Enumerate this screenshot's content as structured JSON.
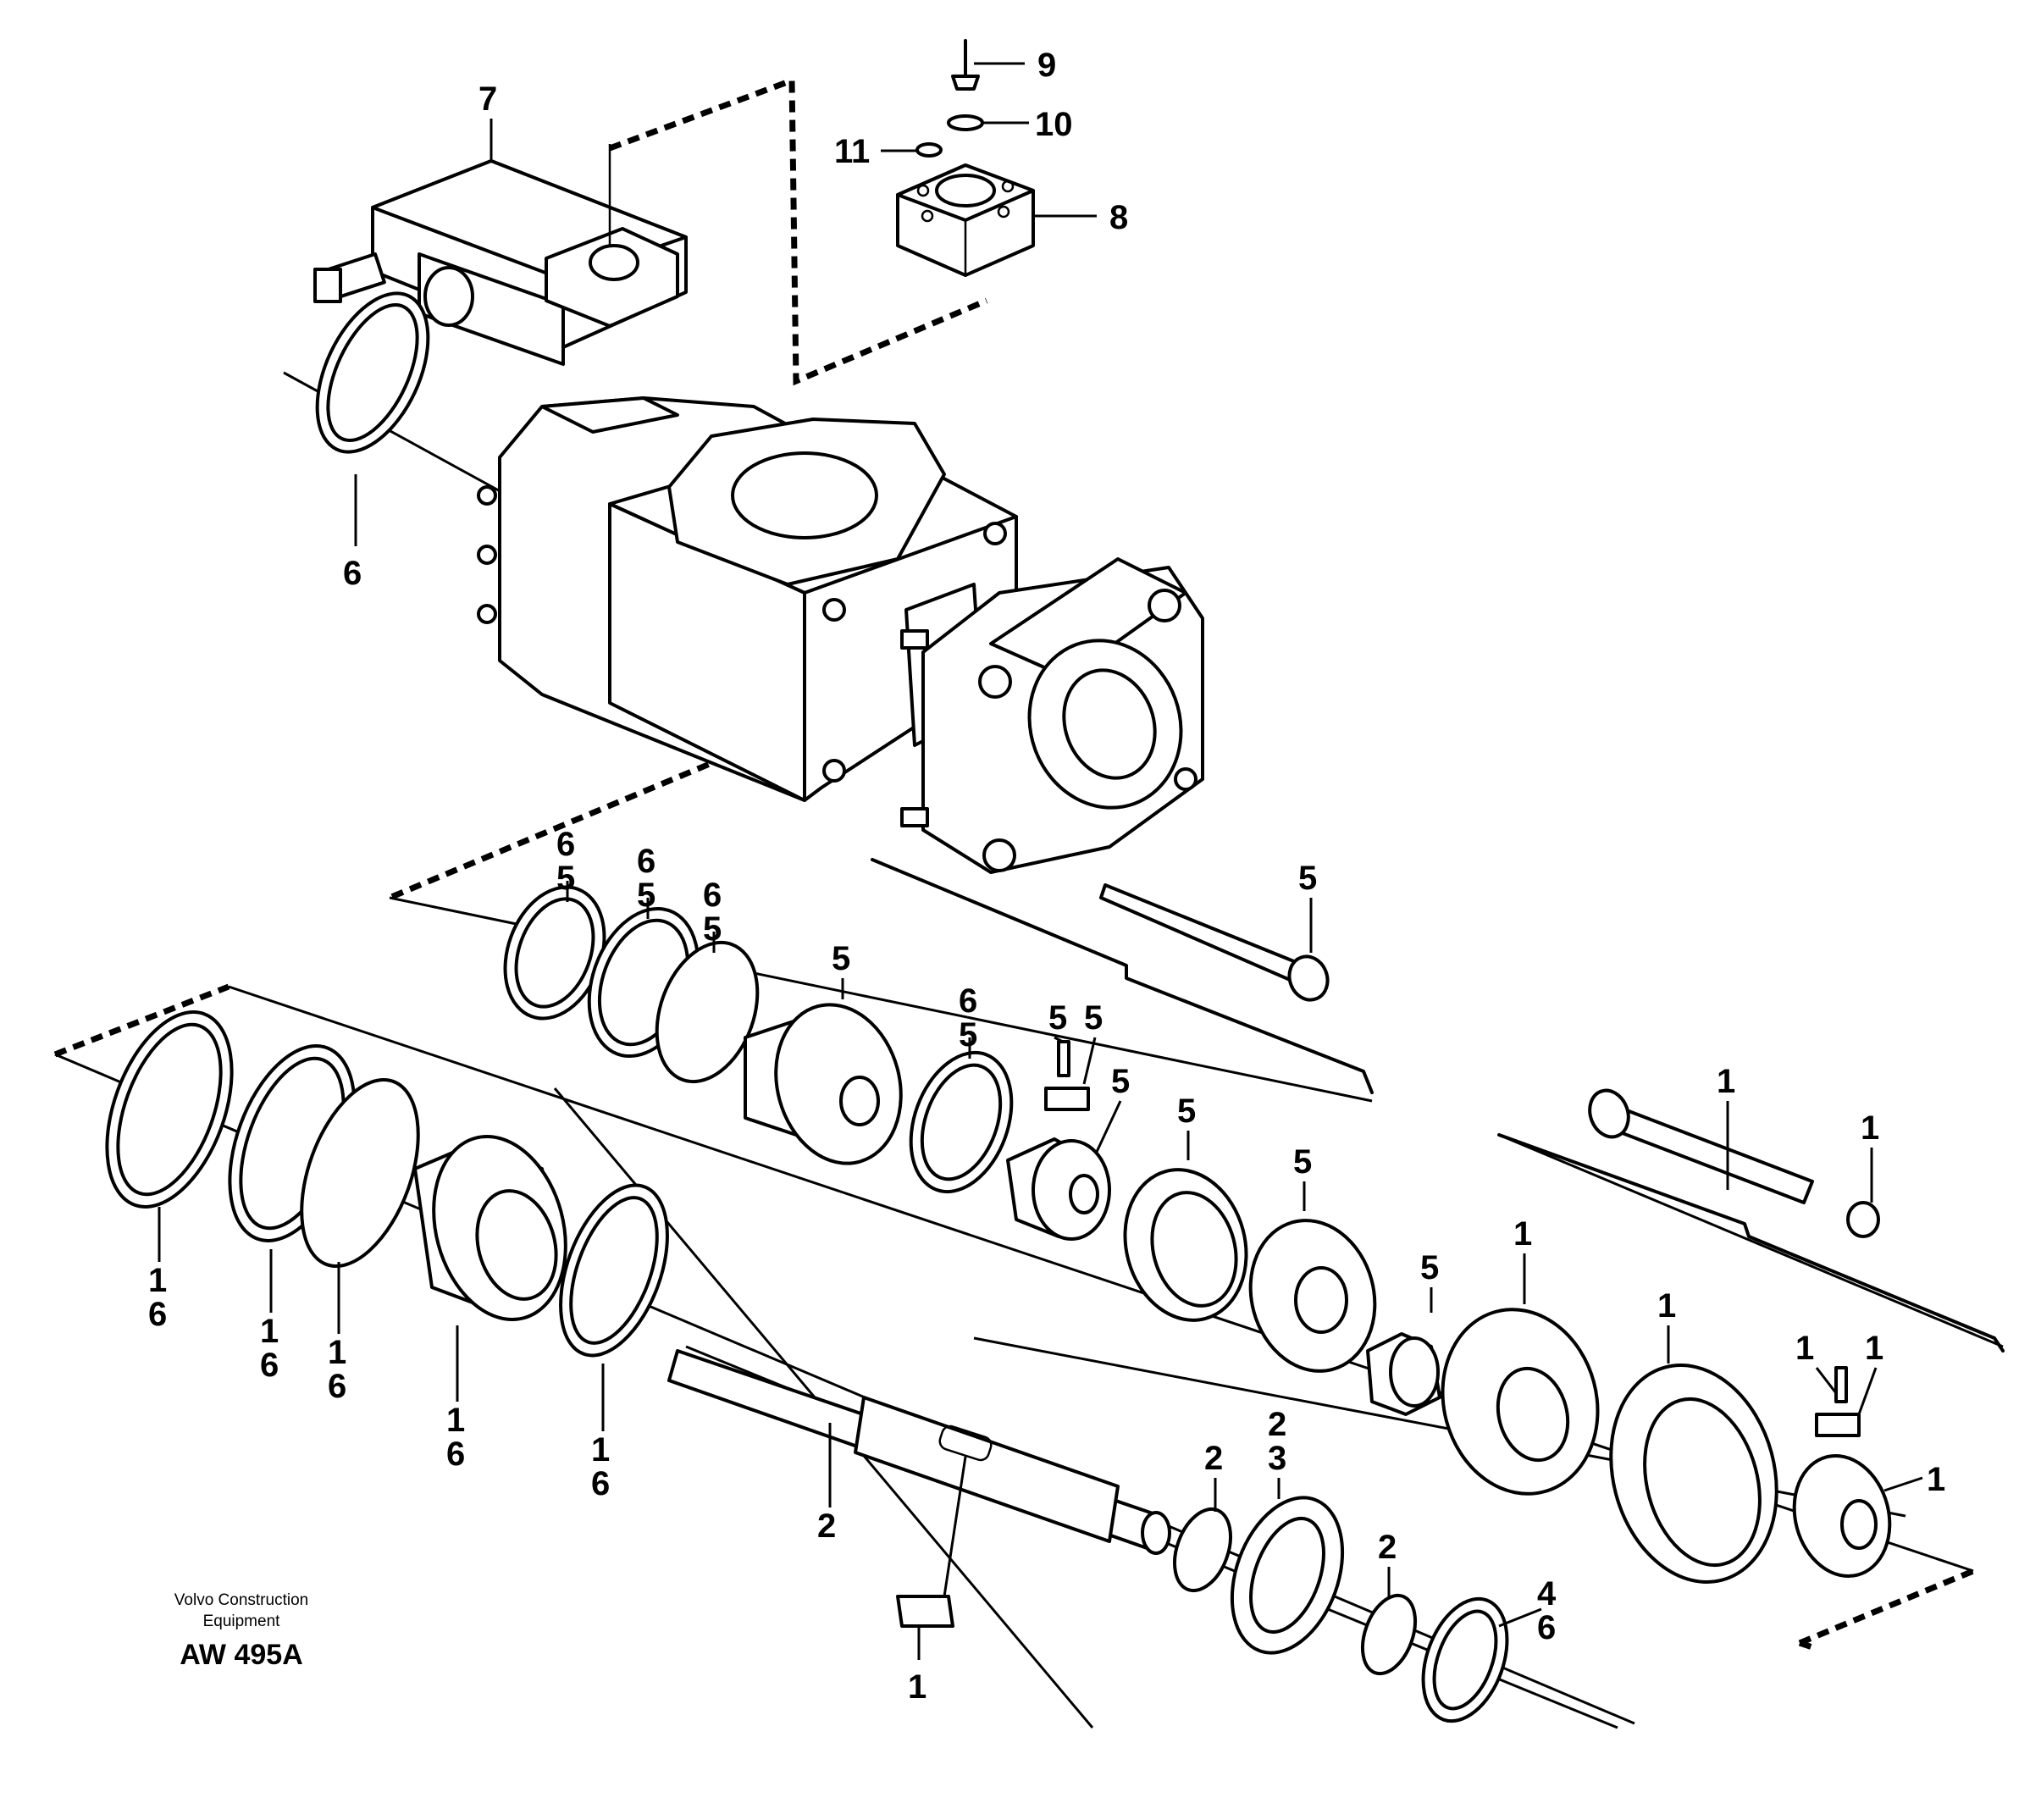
{
  "brand": {
    "line1": "Volvo Construction",
    "line2": "Equipment",
    "drawing_code": "AW 495A"
  },
  "callouts": {
    "c1": "1",
    "c2": "2",
    "c3": "3",
    "c4": "4",
    "c5": "5",
    "c6": "6",
    "c7": "7",
    "c8": "8",
    "c9": "9",
    "c10": "10",
    "c11": "11"
  }
}
